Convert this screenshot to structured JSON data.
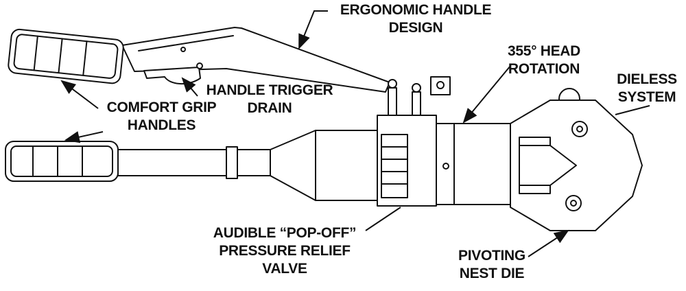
{
  "labels": {
    "ergonomic_handle": {
      "line1": "ERGONOMIC HANDLE",
      "line2": "DESIGN"
    },
    "handle_trigger_drain": {
      "line1": "HANDLE TRIGGER",
      "line2": "DRAIN"
    },
    "comfort_grip_handles": {
      "line1": "COMFORT GRIP",
      "line2": "HANDLES"
    },
    "head_rotation": {
      "line1": "355° HEAD",
      "line2": "ROTATION"
    },
    "dieless_system": {
      "line1": "DIELESS",
      "line2": "SYSTEM"
    },
    "pressure_relief_valve": {
      "line1": "AUDIBLE “POP-OFF”",
      "line2": "PRESSURE RELIEF",
      "line3": "VALVE"
    },
    "pivoting_nest_die": {
      "line1": "PIVOTING",
      "line2": "NEST DIE"
    }
  },
  "colors": {
    "ink": "#111111",
    "background": "#ffffff"
  }
}
